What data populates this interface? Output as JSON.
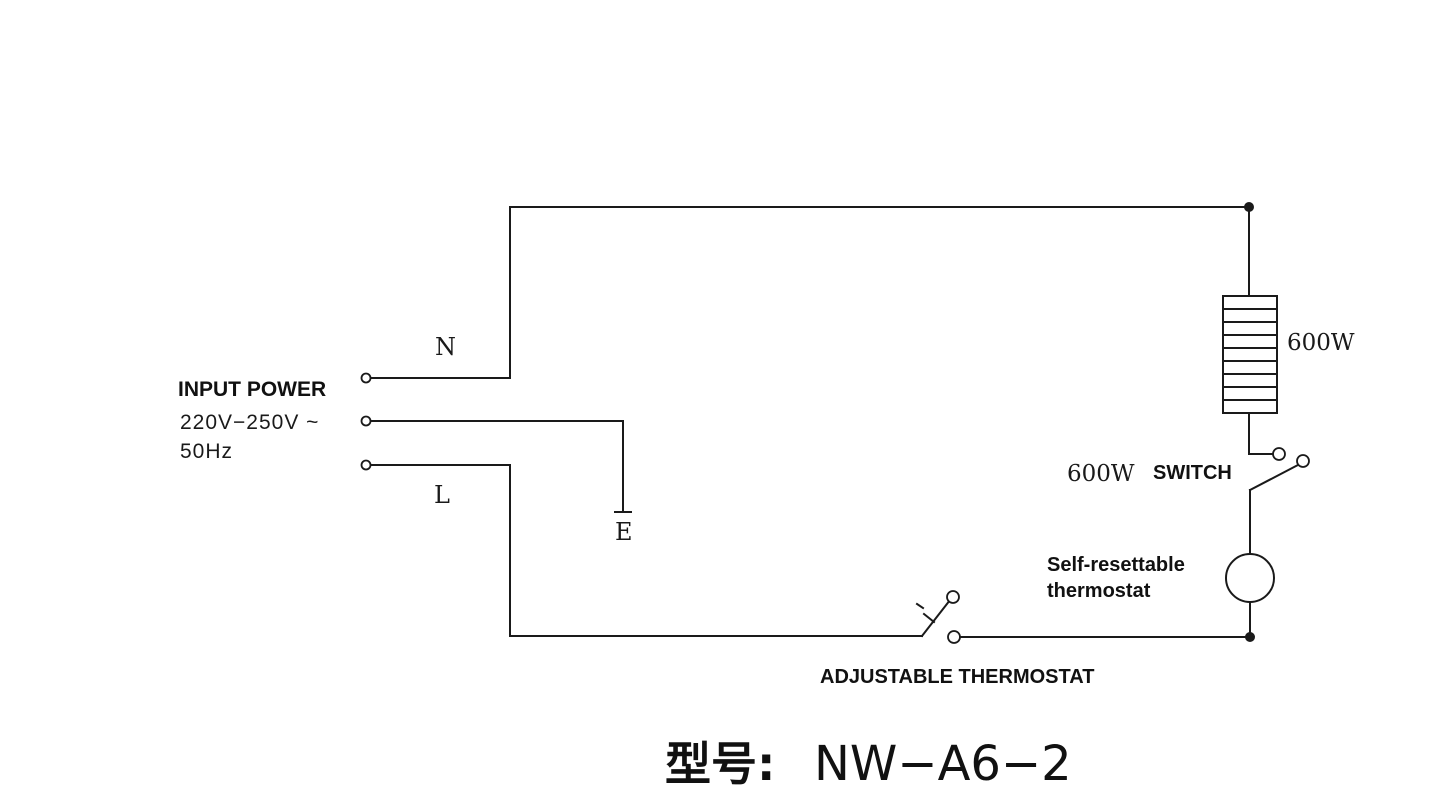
{
  "labels": {
    "neutral": "N",
    "live": "L",
    "earth": "E",
    "input_power_title": "INPUT POWER",
    "input_voltage": "220V−250V ~",
    "input_frequency": "50Hz",
    "heater_power": "600W",
    "switch_power": "600W",
    "switch": "SWITCH",
    "self_resettable_line1": "Self-resettable",
    "self_resettable_line2": "thermostat",
    "adjustable_thermostat": "ADJUSTABLE THERMOSTAT",
    "model_prefix": "型号:",
    "model_number": "NW−A6−2"
  }
}
